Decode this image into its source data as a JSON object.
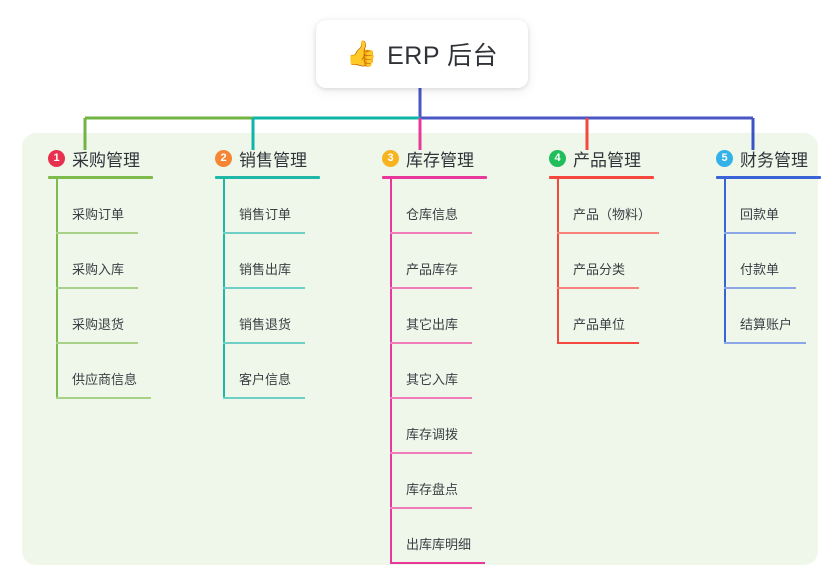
{
  "diagram": {
    "type": "mindmap",
    "root": {
      "icon": "thumbs-up-icon",
      "emoji": "👍",
      "title": "ERP 后台"
    },
    "panel_color": "#eef7e9",
    "branches": [
      {
        "number": "1",
        "label": "采购管理",
        "badge_color": "#e8304f",
        "line_color": "#7cbb4c",
        "item_line_color": "#a9d089",
        "connector_color": "#71b443",
        "items": [
          {
            "label": "采购订单"
          },
          {
            "label": "采购入库"
          },
          {
            "label": "采购退货"
          },
          {
            "label": "供应商信息"
          }
        ]
      },
      {
        "number": "2",
        "label": "销售管理",
        "badge_color": "#f58634",
        "line_color": "#1fb8a6",
        "item_line_color": "#6ecfc4",
        "connector_color": "#0fb6a8",
        "items": [
          {
            "label": "销售订单"
          },
          {
            "label": "销售出库"
          },
          {
            "label": "销售退货"
          },
          {
            "label": "客户信息"
          }
        ]
      },
      {
        "number": "3",
        "label": "库存管理",
        "badge_color": "#f5b420",
        "line_color": "#e8399a",
        "item_line_color": "#f07db8",
        "connector_color": "#e8399a",
        "items": [
          {
            "label": "仓库信息"
          },
          {
            "label": "产品库存"
          },
          {
            "label": "其它出库"
          },
          {
            "label": "其它入库"
          },
          {
            "label": "库存调拨"
          },
          {
            "label": "库存盘点"
          },
          {
            "label": "出库库明细"
          }
        ]
      },
      {
        "number": "4",
        "label": "产品管理",
        "badge_color": "#21bf5b",
        "line_color": "#f4483f",
        "item_line_color": "#f8827a",
        "connector_color": "#f4483f",
        "items": [
          {
            "label": "产品（物料）"
          },
          {
            "label": "产品分类"
          },
          {
            "label": "产品单位"
          }
        ]
      },
      {
        "number": "5",
        "label": "财务管理",
        "badge_color": "#32b2e8",
        "line_color": "#3b63d8",
        "item_line_color": "#8da6e8",
        "connector_color": "#3b53c4",
        "items": [
          {
            "label": "回款单"
          },
          {
            "label": "付款单"
          },
          {
            "label": "结算账户"
          }
        ]
      }
    ],
    "bus": {
      "stem_color": "#4a56c4",
      "segment_left_color": "#71b443",
      "segment_mid_color": "#0fb6a8",
      "segment_right_color": "#4a56c4"
    }
  }
}
